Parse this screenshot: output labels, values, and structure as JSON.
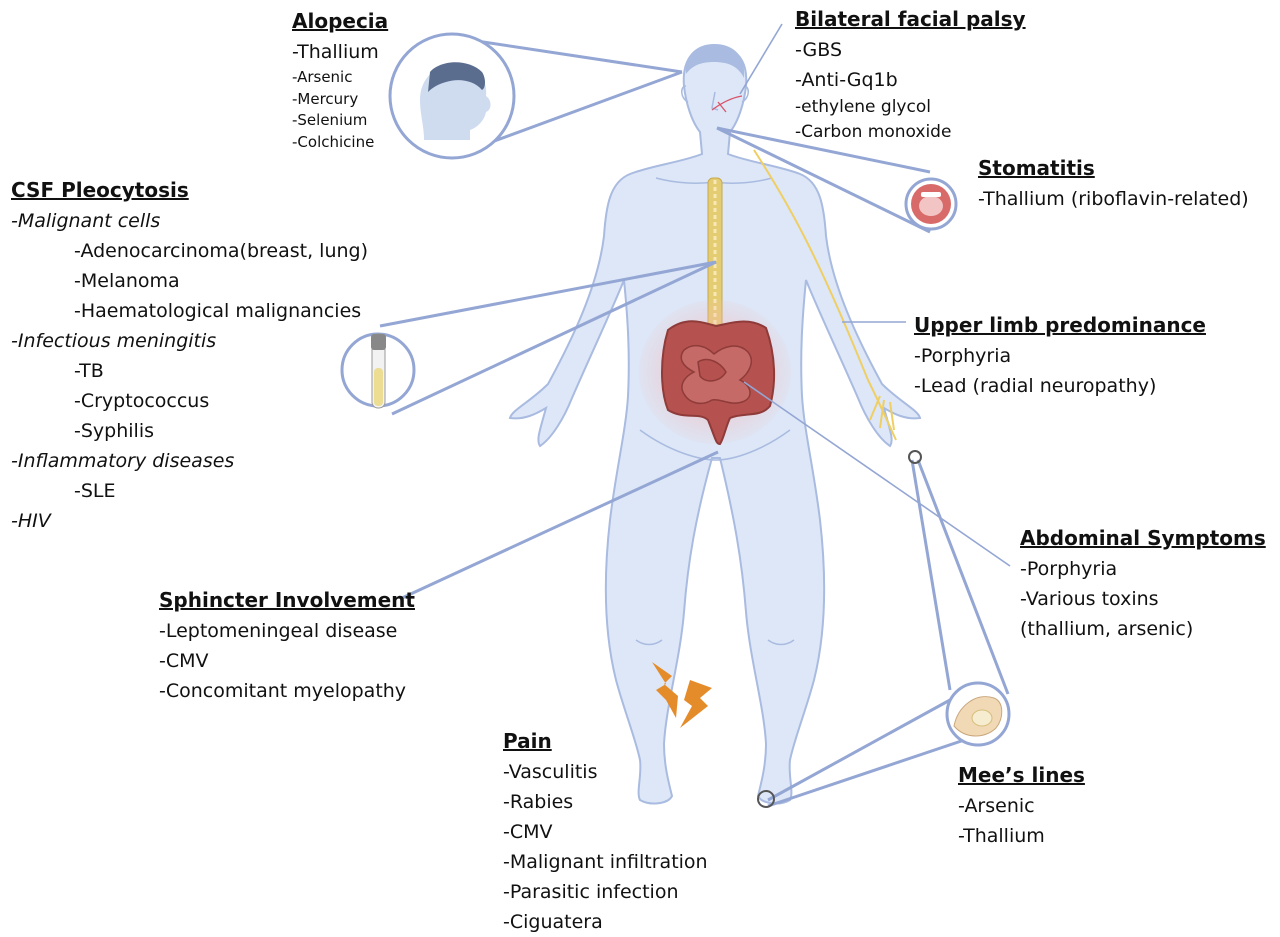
{
  "colors": {
    "leader": "#94a6d4",
    "body_fill": "#dde7f7",
    "body_stroke": "#a9bbe0",
    "spine": "#e4cc73",
    "intestine": "#b5524f",
    "lightning": "#e58c2a"
  },
  "alopecia": {
    "heading": "Alopecia",
    "items": [
      "-Thallium",
      "-Arsenic",
      "-Mercury",
      "-Selenium",
      "-Colchicine"
    ]
  },
  "facial_palsy": {
    "heading": "Bilateral facial palsy",
    "items": [
      "-GBS",
      "-Anti-Gq1b",
      "-ethylene glycol",
      "-Carbon monoxide"
    ]
  },
  "stomatitis": {
    "heading": "Stomatitis",
    "items": [
      "-Thallium (riboflavin-related)"
    ]
  },
  "csf": {
    "heading": "CSF Pleocytosis",
    "items": [
      "-Malignant cells",
      "-Adenocarcinoma(breast, lung)",
      "-Melanoma",
      "-Haematological malignancies",
      "-Infectious meningitis",
      "-TB",
      "-Cryptococcus",
      "-Syphilis",
      "-Inflammatory diseases",
      "-SLE",
      "-HIV"
    ]
  },
  "upper_limb": {
    "heading": "Upper limb predominance",
    "items": [
      "-Porphyria",
      "-Lead (radial neuropathy)"
    ]
  },
  "abdominal": {
    "heading": "Abdominal Symptoms",
    "items": [
      "-Porphyria",
      "-Various toxins",
      "(thallium, arsenic)"
    ]
  },
  "sphincter": {
    "heading": "Sphincter Involvement",
    "items": [
      "-Leptomeningeal disease",
      "-CMV",
      "-Concomitant myelopathy"
    ]
  },
  "pain": {
    "heading": "Pain",
    "items": [
      "-Vasculitis",
      "-Rabies",
      "-CMV",
      "-Malignant infiltration",
      "-Parasitic infection",
      "-Ciguatera"
    ]
  },
  "mees": {
    "heading": "Mee’s lines",
    "items": [
      "-Arsenic",
      "-Thallium"
    ]
  }
}
